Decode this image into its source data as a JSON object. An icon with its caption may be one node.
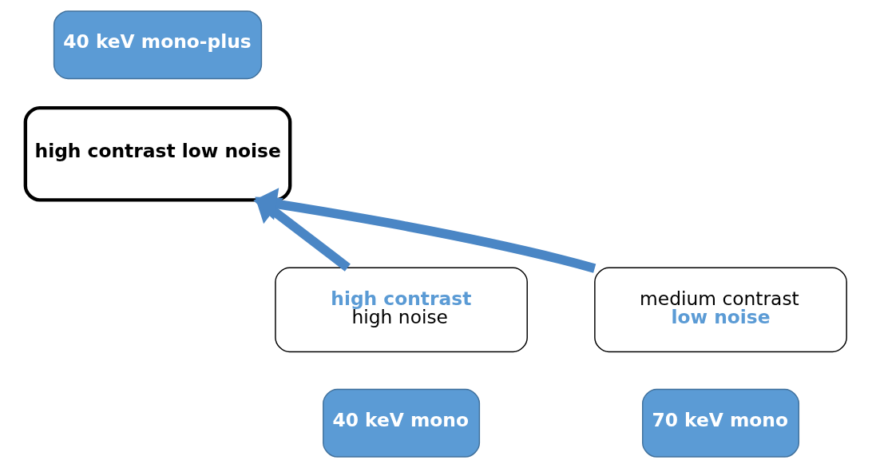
{
  "diagram": {
    "nodes": [
      {
        "text": [
          "40 keV mono-plus"
        ]
      },
      {
        "text": [
          "high contrast low noise"
        ]
      },
      {
        "text": [
          "high contrast",
          "high noise"
        ]
      },
      {
        "text": [
          "medium contrast",
          "low noise"
        ]
      },
      {
        "text": [
          "40 keV mono"
        ]
      },
      {
        "text": [
          "70 keV mono"
        ]
      }
    ],
    "edges": [
      {
        "from": 2,
        "to": 1,
        "arrow": "to"
      },
      {
        "from": 3,
        "to": 1,
        "arrow": "to"
      }
    ]
  }
}
